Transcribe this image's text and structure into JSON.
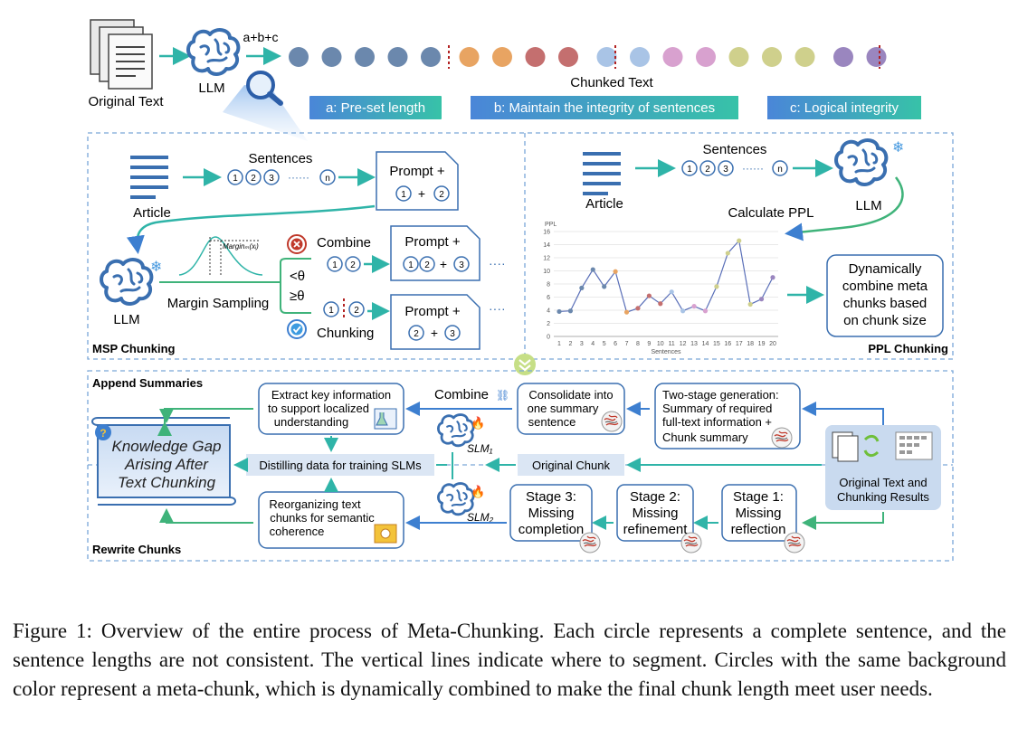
{
  "figure": {
    "top": {
      "original_text": "Original Text",
      "llm": "LLM",
      "abc": "a+b+c",
      "chunked_text": "Chunked Text",
      "tag_a": "a: Pre-set length",
      "tag_b": "b: Maintain the integrity of sentences",
      "tag_c": "c: Logical integrity",
      "dot_colors": [
        "#6b88ad",
        "#6b88ad",
        "#6b88ad",
        "#6b88ad",
        "#6b88ad",
        "#e8a462",
        "#e8a462",
        "#c46f6f",
        "#c46f6f",
        "#a9c4e6",
        "#a9c4e6",
        "#d8a1cf",
        "#d8a1cf",
        "#cfd08c",
        "#cfd08c",
        "#cfd08c",
        "#9a86bf",
        "#9a86bf"
      ]
    },
    "msp": {
      "sentences": "Sentences",
      "article": "Article",
      "n1": "1",
      "n2": "2",
      "n3": "3",
      "nn": "n",
      "dots": "······",
      "prompt": "Prompt +",
      "plus": "+",
      "llm": "LLM",
      "margin_formula": "Marginₘ(xᵢ)",
      "combine": "Combine",
      "chunking": "Chunking",
      "lt": "<θ",
      "ge": "≥θ",
      "margin_sampling": "Margin Sampling",
      "ellipsis": "····",
      "label": "MSP Chunking"
    },
    "ppl": {
      "sentences": "Sentences",
      "article": "Article",
      "calc": "Calculate PPL",
      "llm": "LLM",
      "dyn_line1": "Dynamically",
      "dyn_line2": "combine meta",
      "dyn_line3": "chunks based",
      "dyn_line4": "on chunk size",
      "label": "PPL Chunking"
    },
    "summ": {
      "append": "Append Summaries",
      "rewrite": "Rewrite Chunks",
      "extract1": "Extract key information",
      "extract2": "to support localized",
      "extract3": "understanding",
      "combine": "Combine",
      "consolidate1": "Consolidate into",
      "consolidate2": "one summary",
      "consolidate3": "sentence",
      "twostage1": "Two-stage generation:",
      "twostage2": "Summary of required",
      "twostage3": "full-text information +",
      "twostage4": "Chunk summary",
      "kg1": "Knowledge Gap",
      "kg2": "Arising After",
      "kg3": "Text Chunking",
      "distill": "Distilling data for training SLMs",
      "slm1": "SLM₁",
      "slm2": "SLM₂",
      "original_chunk": "Original Chunk",
      "otcr1": "Original Text and",
      "otcr2": "Chunking Results",
      "reorg1": "Reorganizing text",
      "reorg2": "chunks for semantic",
      "reorg3": "coherence",
      "s3a": "Stage 3:",
      "s3b": "Missing",
      "s3c": "completion",
      "s2a": "Stage 2:",
      "s2b": "Missing",
      "s2c": "refinement",
      "s1a": "Stage 1:",
      "s1b": "Missing",
      "s1c": "reflection"
    }
  },
  "chart_data": {
    "type": "line",
    "ylabel": "PPL",
    "xlabel": "Sentences",
    "ylim": [
      0,
      16
    ],
    "yticks": [
      0,
      2,
      4,
      6,
      8,
      10,
      12,
      14,
      16
    ],
    "x": [
      1,
      2,
      3,
      4,
      5,
      6,
      7,
      8,
      9,
      10,
      11,
      12,
      13,
      14,
      15,
      16,
      17,
      18,
      19,
      20
    ],
    "values": [
      3.8,
      3.9,
      7.4,
      10.2,
      7.6,
      9.9,
      3.7,
      4.3,
      6.2,
      5.0,
      6.8,
      3.9,
      4.6,
      3.9,
      7.6,
      12.7,
      14.6,
      4.9,
      5.7,
      9.0
    ],
    "point_colors": [
      "#6b88ad",
      "#6b88ad",
      "#6b88ad",
      "#6b88ad",
      "#6b88ad",
      "#e8a462",
      "#e8a462",
      "#c46f6f",
      "#c46f6f",
      "#c46f6f",
      "#a9c4e6",
      "#a9c4e6",
      "#d8a1cf",
      "#d8a1cf",
      "#cfd08c",
      "#cfd08c",
      "#cfd08c",
      "#cfd08c",
      "#9a86bf",
      "#9a86bf"
    ],
    "grid": true
  },
  "caption": "Figure 1: Overview of the entire process of Meta-Chunking. Each circle represents a complete sentence, and the sentence lengths are not consistent. The vertical lines indicate where to segment. Circles with the same background color represent a meta-chunk, which is dynamically combined to make the final chunk length meet user needs."
}
